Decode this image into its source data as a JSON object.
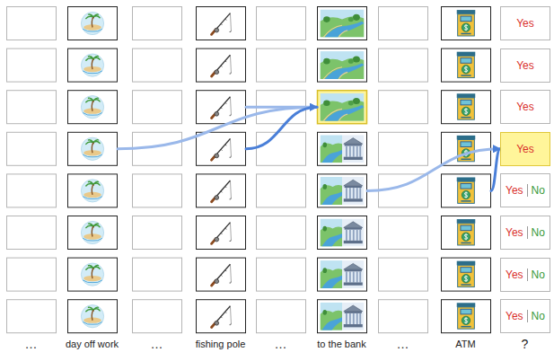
{
  "diagram": {
    "nodes": [
      {
        "text": [
          "Yes"
        ]
      },
      {
        "text": [
          "Yes"
        ]
      },
      {
        "text": []
      },
      {
        "text": []
      },
      {
        "text": [
          "Yes"
        ]
      },
      {
        "text": []
      },
      {
        "text": []
      },
      {
        "text": [
          "Yes"
        ]
      },
      {
        "text": []
      },
      {
        "text": []
      },
      {
        "text": [
          "Yes",
          "No"
        ]
      },
      {
        "text": [
          "Yes",
          "No"
        ]
      },
      {
        "text": [
          "Yes",
          "No"
        ]
      },
      {
        "text": [
          "Yes",
          "No"
        ]
      }
    ],
    "edges": [
      {
        "from": 5,
        "to": 3,
        "arrow": "to"
      },
      {
        "from": 2,
        "to": 3,
        "arrow": "to"
      },
      {
        "from": 6,
        "to": 3,
        "arrow": "to"
      },
      {
        "from": 8,
        "to": 7,
        "arrow": "to"
      },
      {
        "from": 9,
        "to": 7,
        "arrow": "to"
      }
    ],
    "labels": [
      "…",
      "day off work",
      "…",
      "fishing pole",
      "…",
      "to the bank",
      "…",
      "ATM",
      "?"
    ]
  }
}
